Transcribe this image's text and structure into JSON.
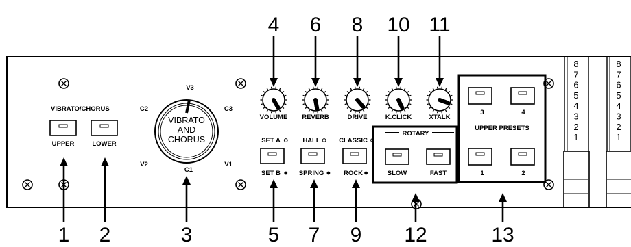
{
  "callouts": [
    "1",
    "2",
    "3",
    "4",
    "5",
    "6",
    "7",
    "8",
    "9",
    "10",
    "11",
    "12",
    "13"
  ],
  "vibrato": {
    "title": "VIBRATO/CHORUS",
    "upper": "UPPER",
    "lower": "LOWER",
    "dial_line1": "VIBRATO",
    "dial_line2": "AND",
    "dial_line3": "CHORUS",
    "pos_v3": "V3",
    "pos_c2": "C2",
    "pos_c3": "C3",
    "pos_v2": "V2",
    "pos_v1": "V1",
    "pos_c1": "C1"
  },
  "knobs": [
    "VOLUME",
    "REVERB",
    "DRIVE",
    "K.CLICK",
    "XTALK"
  ],
  "switches": [
    {
      "top": "SET A",
      "bottom": "SET B"
    },
    {
      "top": "HALL",
      "bottom": "SPRING"
    },
    {
      "top": "CLASSIC",
      "bottom": "ROCK"
    }
  ],
  "rotary": {
    "title": "ROTARY",
    "slow": "SLOW",
    "fast": "FAST"
  },
  "presets": {
    "title": "UPPER PRESETS",
    "b3": "3",
    "b4": "4",
    "b1": "1",
    "b2": "2"
  },
  "drawbar_scale": [
    "8",
    "7",
    "6",
    "5",
    "4",
    "3",
    "2",
    "1"
  ]
}
